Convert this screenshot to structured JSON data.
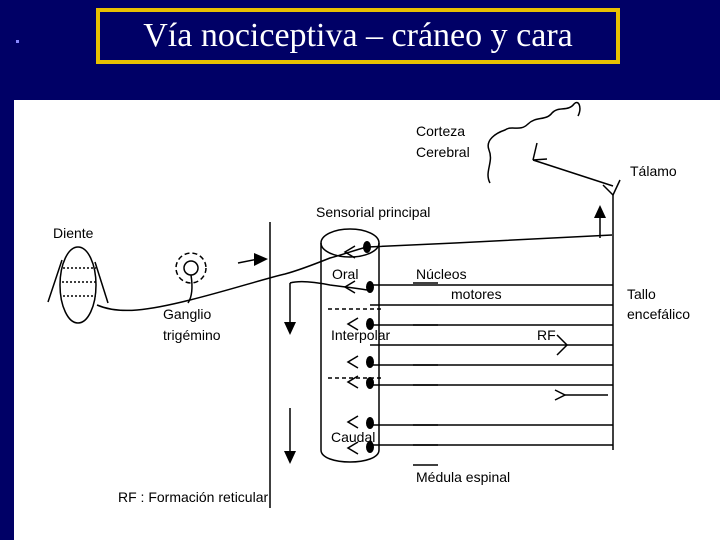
{
  "slide": {
    "title": "Vía nociceptiva – cráneo y cara"
  },
  "diagram": {
    "corteza_1": "Corteza",
    "corteza_2": "Cerebral",
    "talamo": "Tálamo",
    "sensorial_principal": "Sensorial principal",
    "diente": "Diente",
    "oral": "Oral",
    "nucleos": "Núcleos",
    "motores": "motores",
    "tallo_1": "Tallo",
    "tallo_2": "encefálico",
    "ganglio_1": "Ganglio",
    "ganglio_2": "trigémino",
    "interpolar": "Interpolar",
    "rf": "RF",
    "caudal": "Caudal",
    "medula": "Médula espinal",
    "legend": "RF : Formación reticular"
  }
}
